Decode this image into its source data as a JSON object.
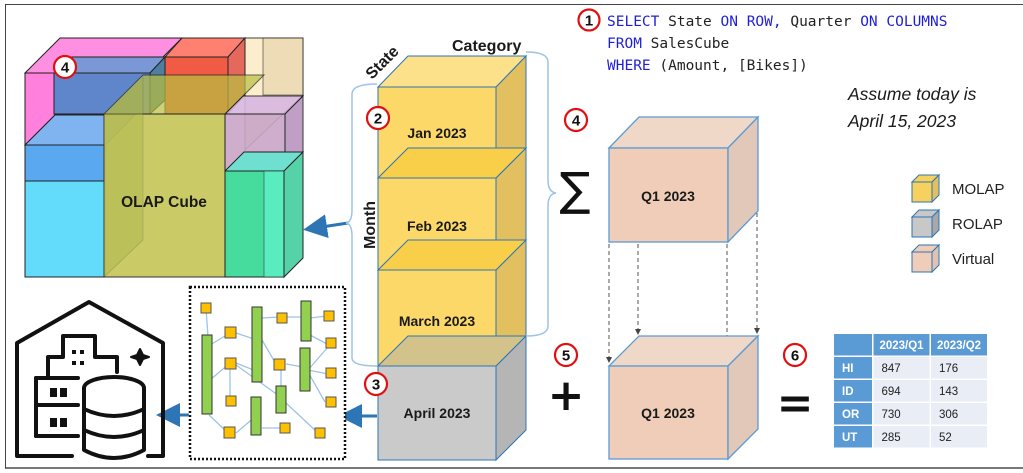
{
  "query": {
    "line1": [
      {
        "text": "SELECT",
        "kind": "kw"
      },
      {
        "text": " State ",
        "kind": "id"
      },
      {
        "text": "ON ROW,",
        "kind": "kw"
      },
      {
        "text": " Quarter ",
        "kind": "id"
      },
      {
        "text": "ON COLUMNS",
        "kind": "kw"
      }
    ],
    "line2": [
      {
        "text": "FROM",
        "kind": "kw"
      },
      {
        "text": " SalesCube",
        "kind": "id"
      }
    ],
    "line3": [
      {
        "text": "WHERE",
        "kind": "kw"
      },
      {
        "text": " (Amount, [Bikes])",
        "kind": "id"
      }
    ]
  },
  "note": {
    "line1": "Assume today is",
    "line2": "April 15, 2023"
  },
  "olap_cube": {
    "label": "OLAP Cube"
  },
  "axes": {
    "state": "State",
    "category": "Category",
    "month": "Month"
  },
  "months": {
    "jan": "Jan 2023",
    "feb": "Feb 2023",
    "mar": "March 2023",
    "apr": "April 2023"
  },
  "aggregate": {
    "top_label": "Q1 2023",
    "bottom_label": "Q1 2023",
    "sum_symbol": "∑",
    "plus": "+",
    "equals": "="
  },
  "badges": {
    "b1": "1",
    "b2": "2",
    "b3": "3",
    "b4a": "4",
    "b4b": "4",
    "b5": "5",
    "b6": "6"
  },
  "legend": [
    {
      "label": "MOLAP",
      "color": "#f7d15e"
    },
    {
      "label": "ROLAP",
      "color": "#c8c8c8"
    },
    {
      "label": "Virtual",
      "color": "#efcdb8"
    }
  ],
  "result_table": {
    "headers": [
      "",
      "2023/Q1",
      "2023/Q2"
    ],
    "rows": [
      {
        "state": "HI",
        "q1": "847",
        "q2": "176"
      },
      {
        "state": "ID",
        "q1": "694",
        "q2": "143"
      },
      {
        "state": "OR",
        "q1": "730",
        "q2": "306"
      },
      {
        "state": "UT",
        "q1": "285",
        "q2": "52"
      }
    ]
  },
  "colors": {
    "molap": "#f7d15e",
    "rolap": "#c8c8c8",
    "virtual": "#efcdb8",
    "badge_ring": "#e01010",
    "arrow": "#2e75b6",
    "table_header": "#5b9bd5",
    "table_cell": "#e9edf6"
  }
}
